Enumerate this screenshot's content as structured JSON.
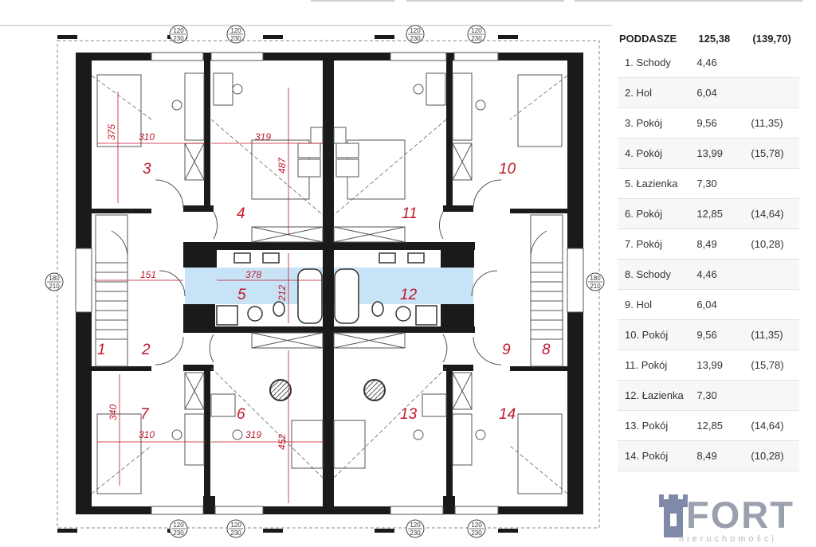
{
  "floor": {
    "rooms": {
      "r1": "1",
      "r2": "2",
      "r3": "3",
      "r4": "4",
      "r5": "5",
      "r6": "6",
      "r7": "7",
      "r8": "8",
      "r9": "9",
      "r10": "10",
      "r11": "11",
      "r12": "12",
      "r13": "13",
      "r14": "14"
    },
    "dimensions": {
      "d375": "375",
      "d310a": "310",
      "d319a": "319",
      "d487": "487",
      "d151": "151",
      "d378": "378",
      "d212": "212",
      "d340": "340",
      "d310b": "310",
      "d319b": "319",
      "d452": "452"
    },
    "windows": {
      "top": {
        "a": "120",
        "b": "230"
      },
      "side": {
        "a": "180",
        "b": "210"
      }
    }
  },
  "areas": {
    "title": "PODDASZE",
    "total": "125,38",
    "total_alt": "(139,70)",
    "rows": [
      {
        "name": "1. Schody",
        "area": "4,46",
        "alt": ""
      },
      {
        "name": "2. Hol",
        "area": "6,04",
        "alt": ""
      },
      {
        "name": "3. Pokój",
        "area": "9,56",
        "alt": "(11,35)"
      },
      {
        "name": "4. Pokój",
        "area": "13,99",
        "alt": "(15,78)"
      },
      {
        "name": "5. Łazienka",
        "area": "7,30",
        "alt": ""
      },
      {
        "name": "6. Pokój",
        "area": "12,85",
        "alt": "(14,64)"
      },
      {
        "name": "7. Pokój",
        "area": "8,49",
        "alt": "(10,28)"
      },
      {
        "name": "8. Schody",
        "area": "4,46",
        "alt": ""
      },
      {
        "name": "9. Hol",
        "area": "6,04",
        "alt": ""
      },
      {
        "name": "10. Pokój",
        "area": "9,56",
        "alt": "(11,35)"
      },
      {
        "name": "11. Pokój",
        "area": "13,99",
        "alt": "(15,78)"
      },
      {
        "name": "12. Łazienka",
        "area": "7,30",
        "alt": ""
      },
      {
        "name": "13. Pokój",
        "area": "12,85",
        "alt": "(14,64)"
      },
      {
        "name": "14. Pokój",
        "area": "8,49",
        "alt": "(10,28)"
      }
    ]
  },
  "logo": {
    "name": "FORT",
    "tagline": "nieruchomości"
  }
}
